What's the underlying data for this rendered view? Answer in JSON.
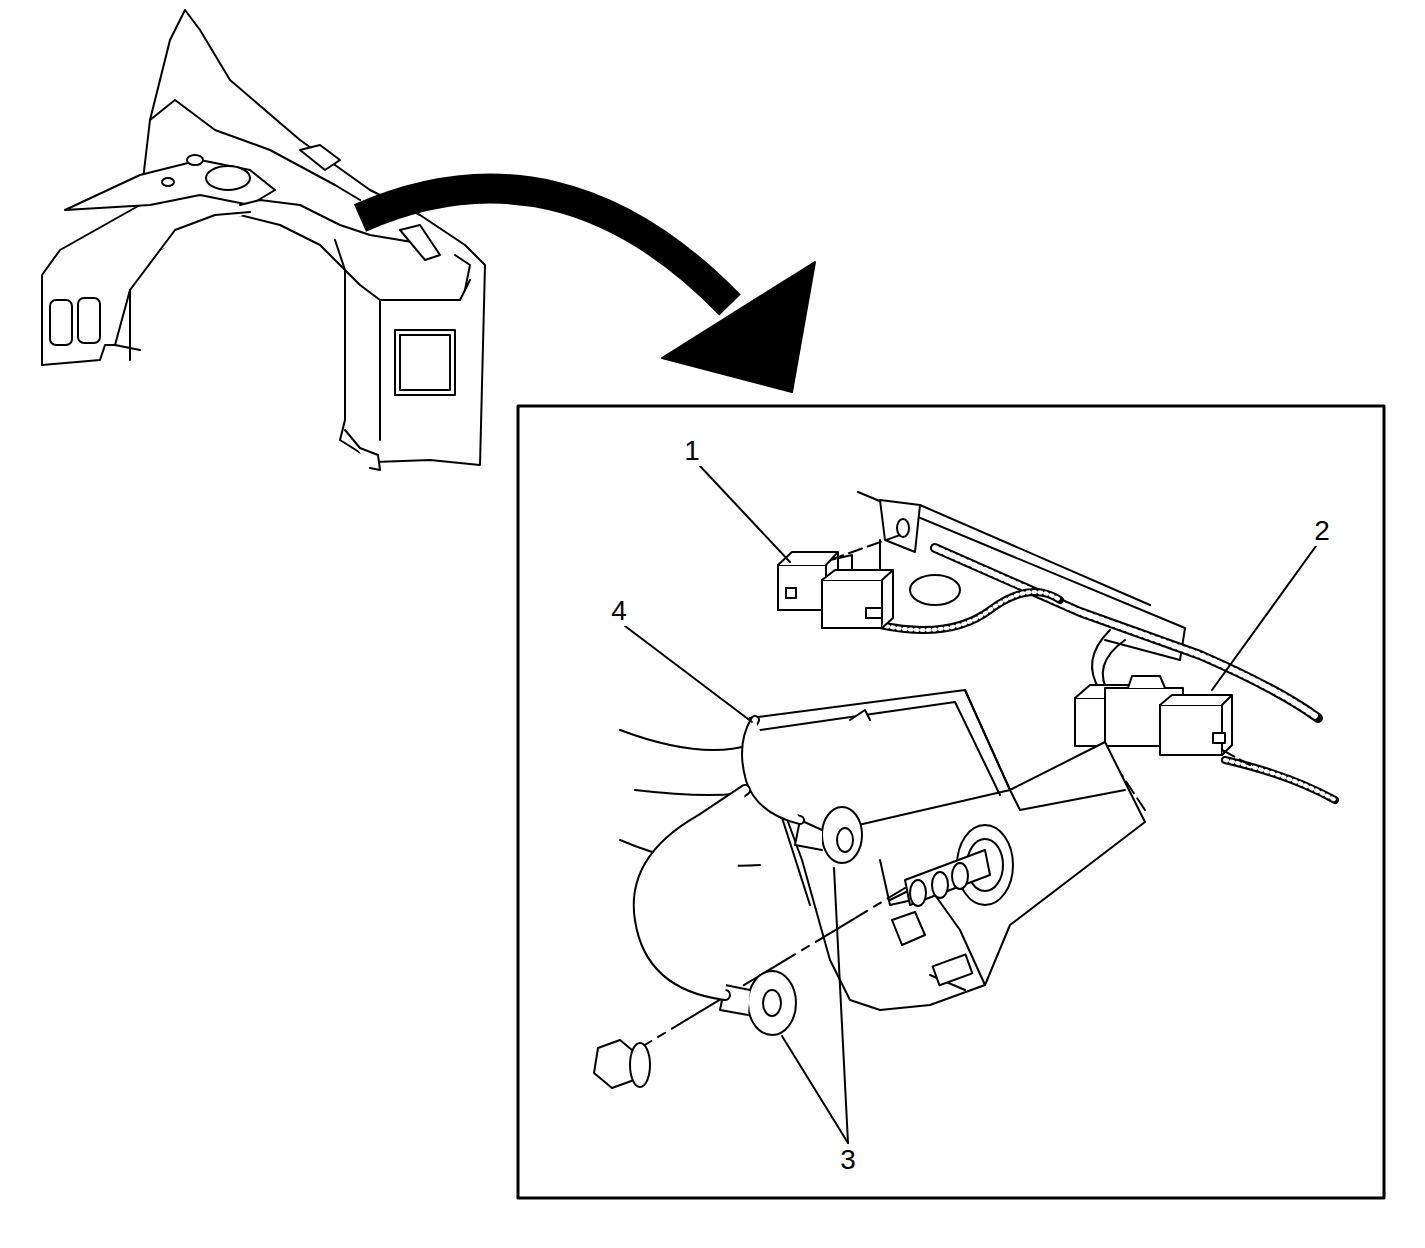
{
  "diagram": {
    "labels": [
      "1",
      "2",
      "4",
      "3"
    ]
  }
}
